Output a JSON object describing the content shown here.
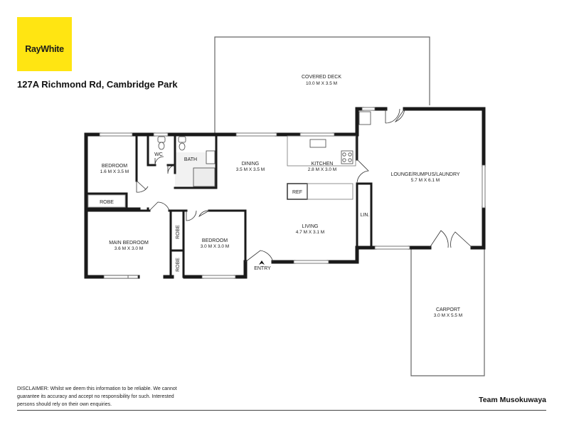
{
  "brand": {
    "logo_text": "RayWhite",
    "logo_color": "#ffe512"
  },
  "address": "127A Richmond Rd, Cambridge Park",
  "rooms": {
    "covered_deck": {
      "name": "COVERED DECK",
      "dims": "10.0 M X 3.5 M"
    },
    "bedroom_small": {
      "name": "BEDROOM",
      "dims": "1.6 M X 3.5 M"
    },
    "wc": {
      "name": "WC"
    },
    "bath": {
      "name": "BATH"
    },
    "dining": {
      "name": "DINING",
      "dims": "3.5 M X 3.5 M"
    },
    "kitchen": {
      "name": "KITCHEN",
      "dims": "2.8 M X 3.0 M"
    },
    "lounge": {
      "name": "LOUNGE/RUMPUS/LAUNDRY",
      "dims": "5.7 M X 6.1 M"
    },
    "ref": {
      "name": "REF"
    },
    "robe_1": {
      "name": "ROBE"
    },
    "robe_2": {
      "name": "ROBE"
    },
    "robe_3": {
      "name": "ROBE"
    },
    "main_bedroom": {
      "name": "MAIN BEDROOM",
      "dims": "3.6 M X 3.0 M"
    },
    "bedroom": {
      "name": "BEDROOM",
      "dims": "3.0 M X 3.0 M"
    },
    "living": {
      "name": "LIVING",
      "dims": "4.7 M X 3.1 M"
    },
    "lin": {
      "name": "LIN."
    },
    "entry": {
      "name": "ENTRY"
    },
    "carport": {
      "name": "CARPORT",
      "dims": "3.0 M X 5.5 M"
    }
  },
  "disclaimer": "DISCLAIMER: Whilst we deem this information to be reliable. We cannot guarantee its accuracy and accept no responsibility for such. Interested persons should rely on their own enquiries.",
  "agent": "Team Musokuwaya"
}
